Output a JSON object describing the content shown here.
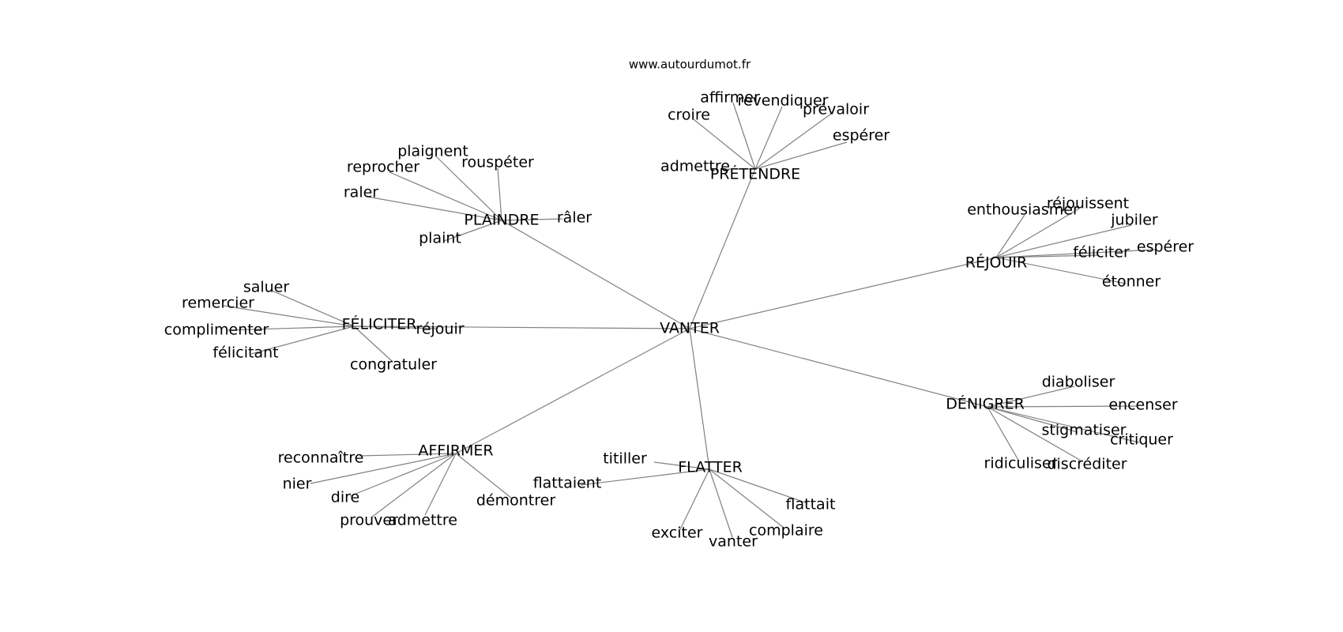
{
  "source": "www.autourdumot.fr",
  "center": "VANTER",
  "groups": [
    {
      "id": "pretendre",
      "label": "PRÉTENDRE",
      "words": [
        "affirmer",
        "revendiquer",
        "prévaloir",
        "croire",
        "espérer",
        "admettre"
      ]
    },
    {
      "id": "plaindre",
      "label": "PLAINDRE",
      "words": [
        "plaignent",
        "reprocher",
        "rouspéter",
        "raler",
        "râler",
        "plaint"
      ]
    },
    {
      "id": "rejouir",
      "label": "RÉJOUIR",
      "words": [
        "enthousiasmer",
        "réjouissent",
        "jubiler",
        "féliciter",
        "espérer",
        "étonner"
      ]
    },
    {
      "id": "feliciter",
      "label": "FÉLICITER",
      "words": [
        "saluer",
        "remercier",
        "complimenter",
        "réjouir",
        "félicitant",
        "congratuler"
      ]
    },
    {
      "id": "denigrer",
      "label": "DÉNIGRER",
      "words": [
        "diaboliser",
        "encenser",
        "stigmatiser",
        "critiquer",
        "ridiculiser",
        "discréditer"
      ]
    },
    {
      "id": "affirmer",
      "label": "AFFIRMER",
      "words": [
        "reconnaître",
        "nier",
        "dire",
        "démontrer",
        "prouver",
        "admettre"
      ]
    },
    {
      "id": "flatter",
      "label": "FLATTER",
      "words": [
        "titiller",
        "flattaient",
        "flattait",
        "exciter",
        "vanter",
        "complaire"
      ]
    }
  ]
}
